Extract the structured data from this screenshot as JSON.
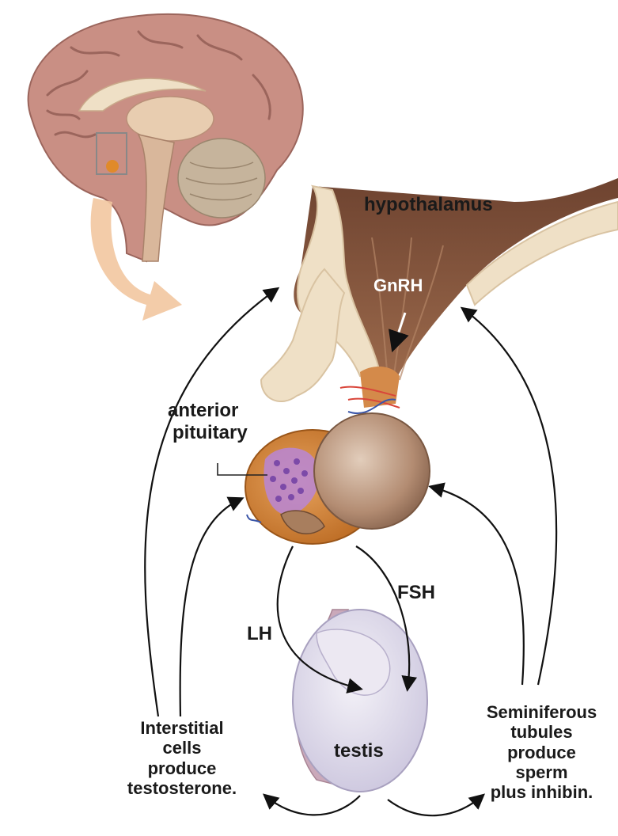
{
  "labels": {
    "hypothalamus": "hypothalamus",
    "gnrh": "GnRH",
    "anterior_pituitary": [
      "anterior",
      "pituitary"
    ],
    "fsh": "FSH",
    "lh": "LH",
    "testis": "testis",
    "interstitial": [
      "Interstitial",
      "cells",
      "produce",
      "testosterone."
    ],
    "seminiferous": [
      "Seminiferous",
      "tubules",
      "produce",
      "sperm",
      "plus inhibin."
    ]
  },
  "colors": {
    "brain_pink": "#c98f84",
    "brain_shadow": "#a86d64",
    "white_matter": "#efe0c6",
    "hypothalamus_brown": "#8a5a40",
    "pituitary_orange": "#c9782b",
    "pituitary_bulb": "#b38c72",
    "cells_purple": "#a870c8",
    "testis_lavender": "#e4e0ee",
    "arrow": "#111111",
    "big_arrow": "#f2c6a0"
  },
  "icons": [
    "brain-illustration",
    "hypothalamus-illustration",
    "pituitary-illustration",
    "testis-illustration"
  ]
}
